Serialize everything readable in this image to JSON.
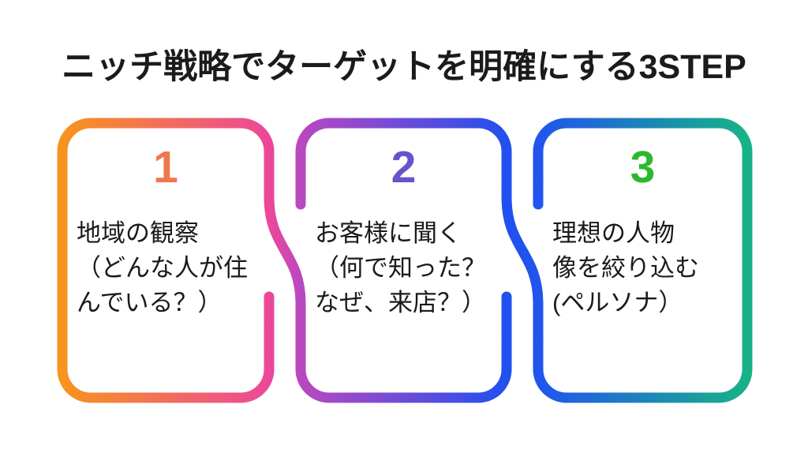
{
  "title": "ニッチ戦略でターゲットを明確にする3STEP",
  "steps": [
    {
      "number": "1",
      "number_color": "#F0784E",
      "lines": [
        "地域の観察",
        "（どんな人が住",
        "んでいる？）"
      ]
    },
    {
      "number": "2",
      "number_color": "#6A52CC",
      "lines": [
        "お客様に聞く",
        "（何で知った？",
        "なぜ、来店？）"
      ]
    },
    {
      "number": "3",
      "number_color": "#2CB82C",
      "lines": [
        "理想の人物",
        "像を絞り込む",
        "(ペルソナ）"
      ]
    }
  ],
  "colors": {
    "gradient_orange": "#F7941E",
    "gradient_pink": "#EC4899",
    "gradient_magenta": "#B948C1",
    "gradient_blue": "#2150EE",
    "gradient_blue2": "#2155EE",
    "gradient_teal": "#18B287",
    "text_black": "#1A1A1A"
  }
}
